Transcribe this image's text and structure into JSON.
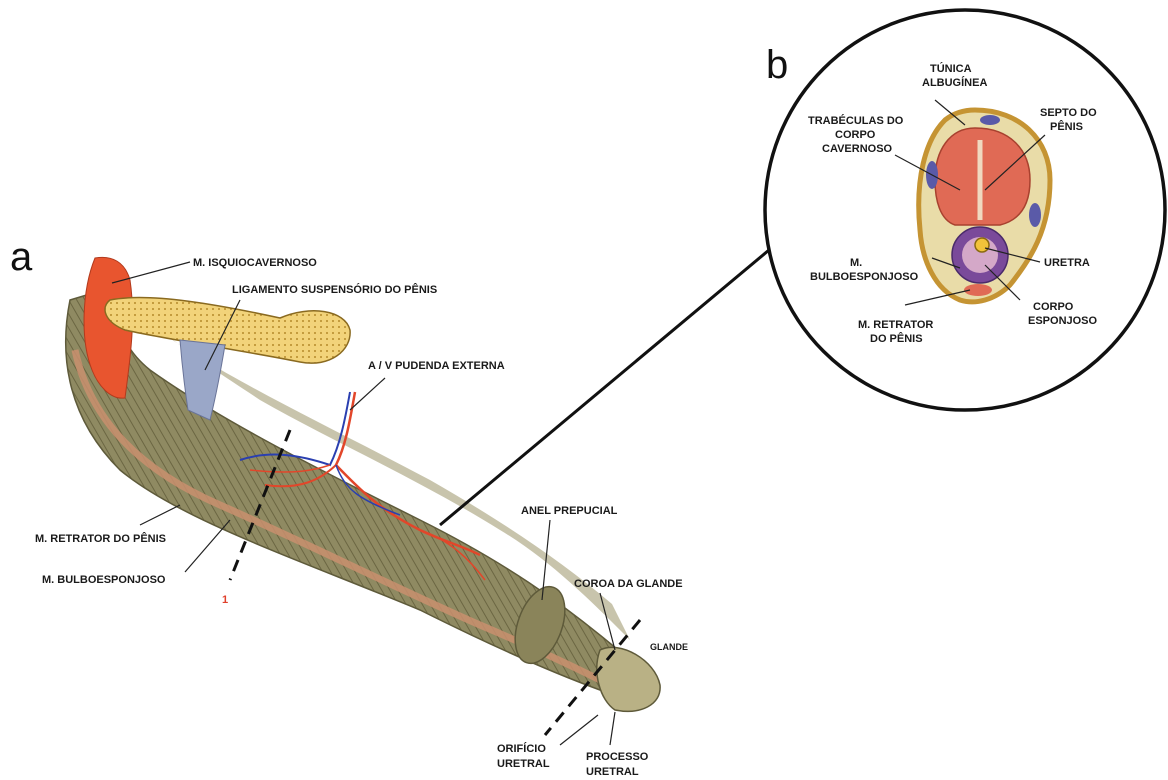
{
  "panels": {
    "a": "a",
    "b": "b"
  },
  "labels_a": {
    "isquiocavernoso": "M. ISQUIOCAVERNOSO",
    "ligamento": "LIGAMENTO SUSPENSÓRIO DO PÊNIS",
    "pudenda": "A / V PUDENDA EXTERNA",
    "retrator": "M. RETRATOR DO PÊNIS",
    "bulbo": "M. BULBOESPONJOSO",
    "anel": "ANEL PREPUCIAL",
    "coroa": "COROA DA GLANDE",
    "glande": "GLANDE",
    "orificio_1": "ORIFÍCIO",
    "orificio_2": "URETRAL",
    "processo_1": "PROCESSO",
    "processo_2": "URETRAL",
    "section_marker": "1"
  },
  "labels_b": {
    "tunica_1": "TÚNICA",
    "tunica_2": "ALBUGÍNEA",
    "trabeculas_1": "TRABÉCULAS DO",
    "trabeculas_2": "CORPO",
    "trabeculas_3": "CAVERNOSO",
    "septo_1": "SEPTO DO",
    "septo_2": "PÊNIS",
    "uretra": "URETRA",
    "bulbo_1": "M.",
    "bulbo_2": "BULBOESPONJOSO",
    "corpo_1": "CORPO",
    "corpo_2": "ESPONJOSO",
    "retrator_1": "M. RETRATOR",
    "retrator_2": "DO PÊNIS"
  },
  "colors": {
    "muscle": "#e8552f",
    "shaft": "#8f8a62",
    "shaft_stripe": "#c98f6f",
    "bone": "#f2d37a",
    "artery": "#e2462a",
    "vein": "#2a3fb0",
    "ligament": "#9aa7c8",
    "cavernous": "#e06a55",
    "tunica": "#d9a84a"
  }
}
